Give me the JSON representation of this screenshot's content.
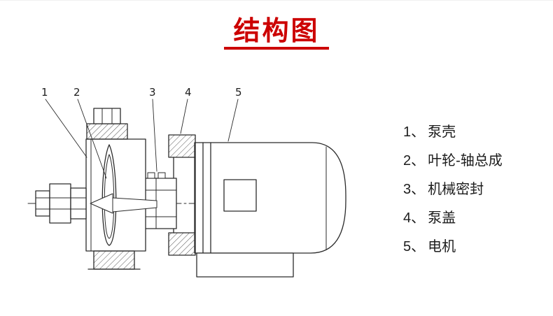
{
  "title": "结构图",
  "callouts": [
    "1",
    "2",
    "3",
    "4",
    "5"
  ],
  "legend": {
    "items": [
      {
        "num": "1、",
        "label": "泵壳"
      },
      {
        "num": "2、",
        "label": "叶轮-轴总成"
      },
      {
        "num": "3、",
        "label": "机械密封"
      },
      {
        "num": "4、",
        "label": "泵盖"
      },
      {
        "num": "5、",
        "label": "电机"
      }
    ]
  },
  "colors": {
    "accent": "#cc0000",
    "line": "#2b2b2b",
    "text": "#1d1d1d"
  }
}
